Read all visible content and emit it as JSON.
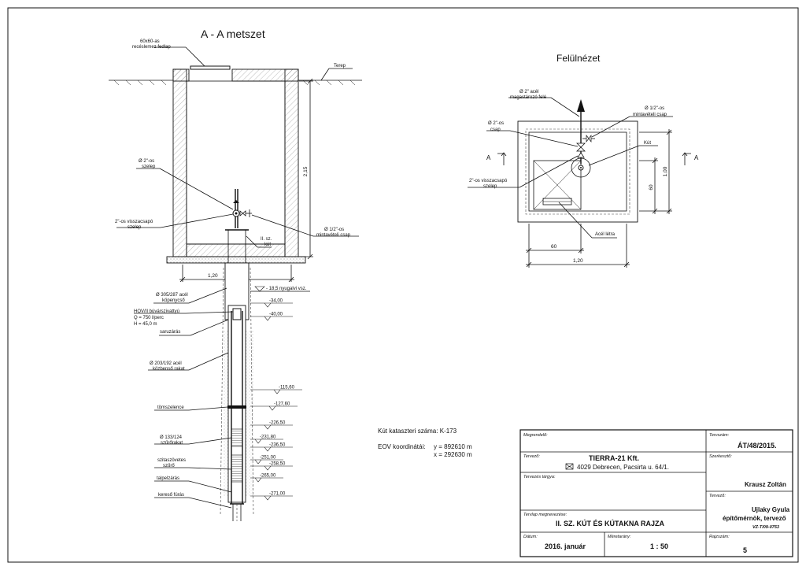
{
  "section": {
    "title": "A - A metszet",
    "cover_l1": "60x60-as",
    "cover_l2": "recéslemez fedlap",
    "terrain": "Terep",
    "height": "2,15",
    "valve_l1": "Ø 2\"-os",
    "valve_l2": "szelep",
    "check_l1": "2\"-os visszacsapó",
    "check_l2": "szelep",
    "sample_l1": "Ø 1/2\"-os",
    "sample_l2": "mintavételi csap",
    "well_l1": "II. sz.",
    "well_l2": "kút",
    "width": "1,20"
  },
  "well_column": {
    "casing_l1": "Ø 305/287 acél",
    "casing_l2": "köpenycső",
    "pump_l1": "HOV/II búvárszivattyú",
    "pump_l2": "Q = 750 l/perc",
    "pump_l3": "H = 45,0 m",
    "shoe": "saruzárás",
    "inter_l1": "Ø 203/192 acél",
    "inter_l2": "közbenső rakat",
    "seal": "tömszelence",
    "screen_l1": "Ø 133/124",
    "screen_l2": "szűrőrakat",
    "gravel_l1": "szitaszövetes",
    "gravel_l2": "szűrő",
    "bottom_seal": "talpelzárás",
    "boring": "kereső fúrás",
    "water_level": "- 18,5 nyugalvi vsz.",
    "depths": [
      "-34,00",
      "-40,00",
      "-115,60",
      "-127,60",
      "-226,50",
      "-231,80",
      "-236,50",
      "-251,00",
      "-258,50",
      "-265,00",
      "-271,00"
    ]
  },
  "plan": {
    "title": "Felülnézet",
    "riser_l1": "Ø 2\" acél",
    "riser_l2": "magastározó felé",
    "sample_l1": "Ø 1/2\"-os",
    "sample_l2": "mintavételi csap",
    "tap_l1": "Ø 2\"-os",
    "tap_l2": "csap",
    "well": "Kút",
    "check_l1": "2\"-os visszacsapó",
    "check_l2": "szelep",
    "ladder": "Acél létra",
    "section_mark": "A",
    "dim_inner": "60",
    "dim_outer": "1,20",
    "dim_v_inner": "60",
    "dim_v_outer": "1,00"
  },
  "info": {
    "cadastral": "Kút kataszteri száma: K-173",
    "eov_label": "EOV koordinátái:",
    "eov_y": "y = 892610 m",
    "eov_x": "x = 292630 m"
  },
  "title_block": {
    "client_label": "Megrendelő:",
    "planno_label": "Tervszám:",
    "planno": "ÁT/48/2015.",
    "designer_label": "Tervező:",
    "company": "TIERRA-21 Kft.",
    "address": "4029 Debrecen, Pacsirta u. 64/1.",
    "editor_label": "Szerkesztő:",
    "editor": "Krausz Zoltán",
    "subject_label": "Tervezés tárgya:",
    "designer2_label": "Tervező:",
    "designer2_name": "Ujlaky Gyula",
    "designer2_title": "építőmérnök, tervező",
    "designer2_reg": "VZ-T/09-0753",
    "drawing_label": "Tervlap megnevezése:",
    "drawing": "II. SZ. KÚT ÉS KÚTAKNA RAJZA",
    "date_label": "Dátum:",
    "date": "2016. január",
    "scale_label": "Méretarány:",
    "scale": "1 : 50",
    "sheet_label": "Rajzszám:",
    "sheet": "5"
  }
}
